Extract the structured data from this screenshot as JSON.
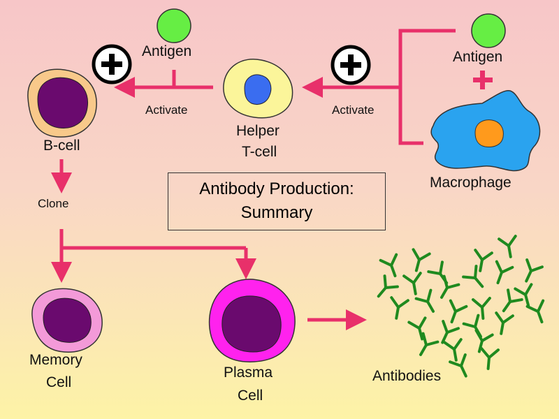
{
  "title": {
    "line1": "Antibody Production:",
    "line2": "Summary"
  },
  "labels": {
    "antigen_left": "Antigen",
    "antigen_right": "Antigen",
    "activate_left": "Activate",
    "activate_right": "Activate",
    "bcell": "B-cell",
    "helper_line1": "Helper",
    "helper_line2": "T-cell",
    "macrophage": "Macrophage",
    "clone": "Clone",
    "memory_line1": "Memory",
    "memory_line2": "Cell",
    "plasma_line1": "Plasma",
    "plasma_line2": "Cell",
    "antibodies": "Antibodies"
  },
  "colors": {
    "arrow": "#e8306a",
    "antigen": "#66ee44",
    "antibody": "#1f8a1f",
    "bcell_outer": "#f8c98a",
    "bcell_nucleus": "#6a0a6e",
    "helper_outer": "#fbf59a",
    "helper_nucleus": "#3a6df0",
    "macrophage_body": "#2aa3ef",
    "macrophage_nucleus": "#ff9a1c",
    "memory_outer": "#f39ad8",
    "plasma_outer": "#ff22ee"
  }
}
